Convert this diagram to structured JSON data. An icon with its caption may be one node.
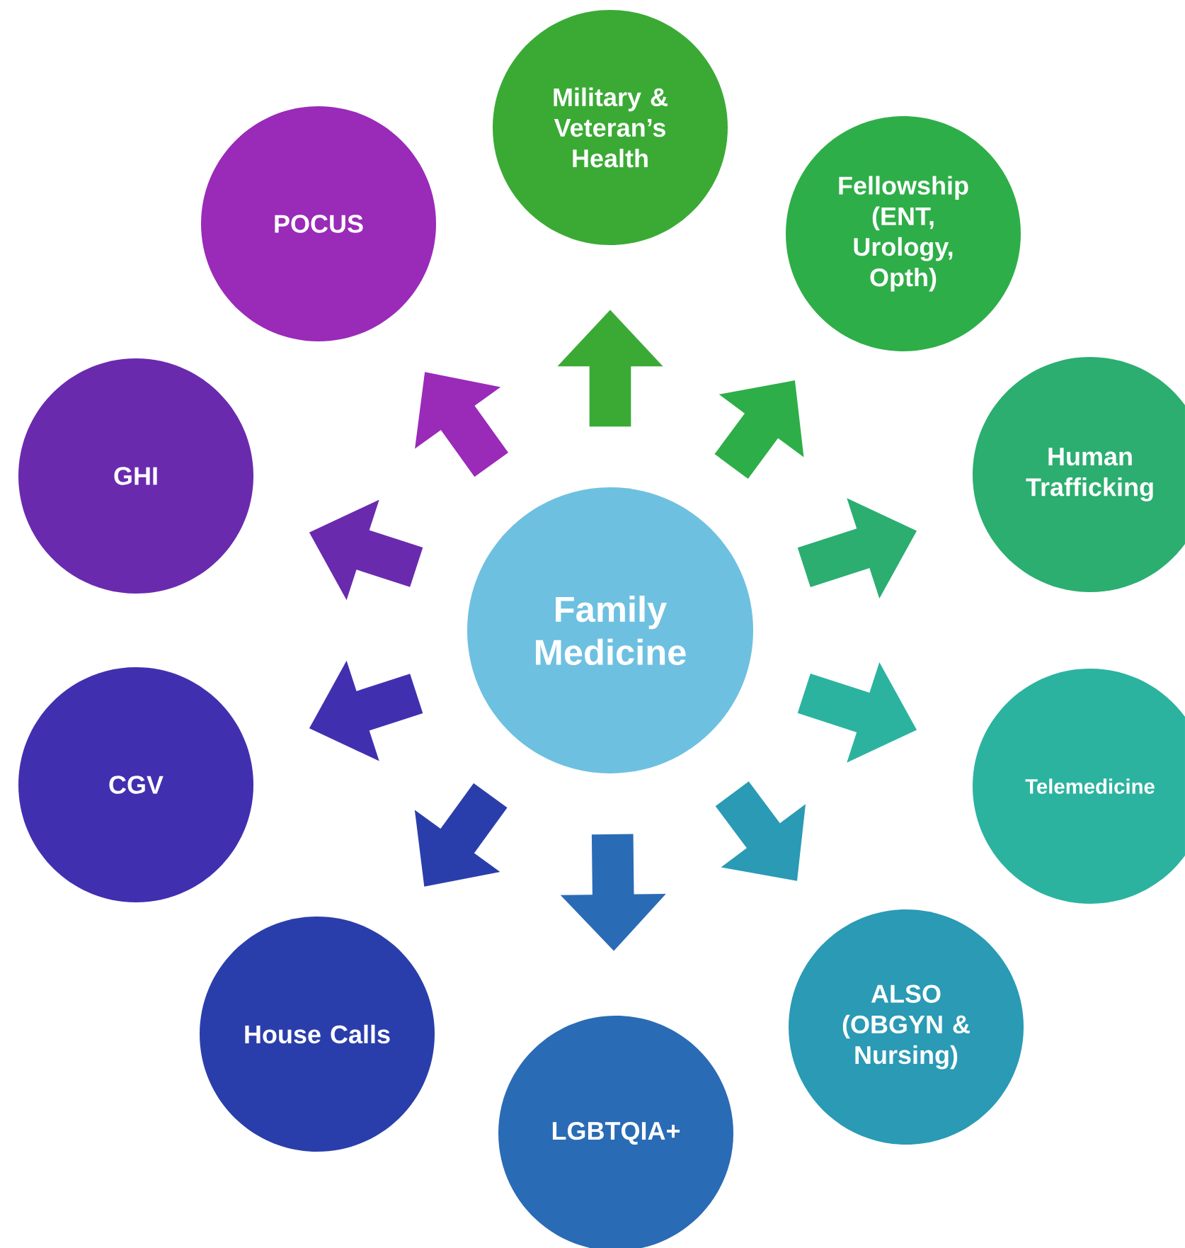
{
  "diagram": {
    "nodes": [
      {
        "text": [
          "Family Medicine"
        ]
      },
      {
        "text": [
          "Military & Veteran’s Health"
        ]
      },
      {
        "text": [
          "Fellowship (ENT, Urology, Opth)"
        ]
      },
      {
        "text": [
          "Human Trafficking"
        ]
      },
      {
        "text": [
          "Telemedicine"
        ]
      },
      {
        "text": [
          "ALSO (OBGYN & Nursing)"
        ]
      },
      {
        "text": [
          "LGBTQIA+"
        ]
      },
      {
        "text": [
          "House Calls"
        ]
      },
      {
        "text": [
          "CGV"
        ]
      },
      {
        "text": [
          "GHI"
        ]
      },
      {
        "text": [
          "POCUS"
        ]
      }
    ],
    "edges": [
      {
        "from": 0,
        "to": 1,
        "arrow": "to",
        "color": "#3aaa35"
      },
      {
        "from": 0,
        "to": 2,
        "arrow": "to",
        "color": "#2eae48"
      },
      {
        "from": 0,
        "to": 3,
        "arrow": "to",
        "color": "#2bae70"
      },
      {
        "from": 0,
        "to": 4,
        "arrow": "to",
        "color": "#2bb3a0"
      },
      {
        "from": 0,
        "to": 5,
        "arrow": "to",
        "color": "#2a9ab5"
      },
      {
        "from": 0,
        "to": 6,
        "arrow": "to",
        "color": "#2a6bb5"
      },
      {
        "from": 0,
        "to": 7,
        "arrow": "to",
        "color": "#2a3eab"
      },
      {
        "from": 0,
        "to": 8,
        "arrow": "to",
        "color": "#4030b0"
      },
      {
        "from": 0,
        "to": 9,
        "arrow": "to",
        "color": "#6a2aae"
      },
      {
        "from": 0,
        "to": 10,
        "arrow": "to",
        "color": "#9a2ab8"
      }
    ]
  }
}
